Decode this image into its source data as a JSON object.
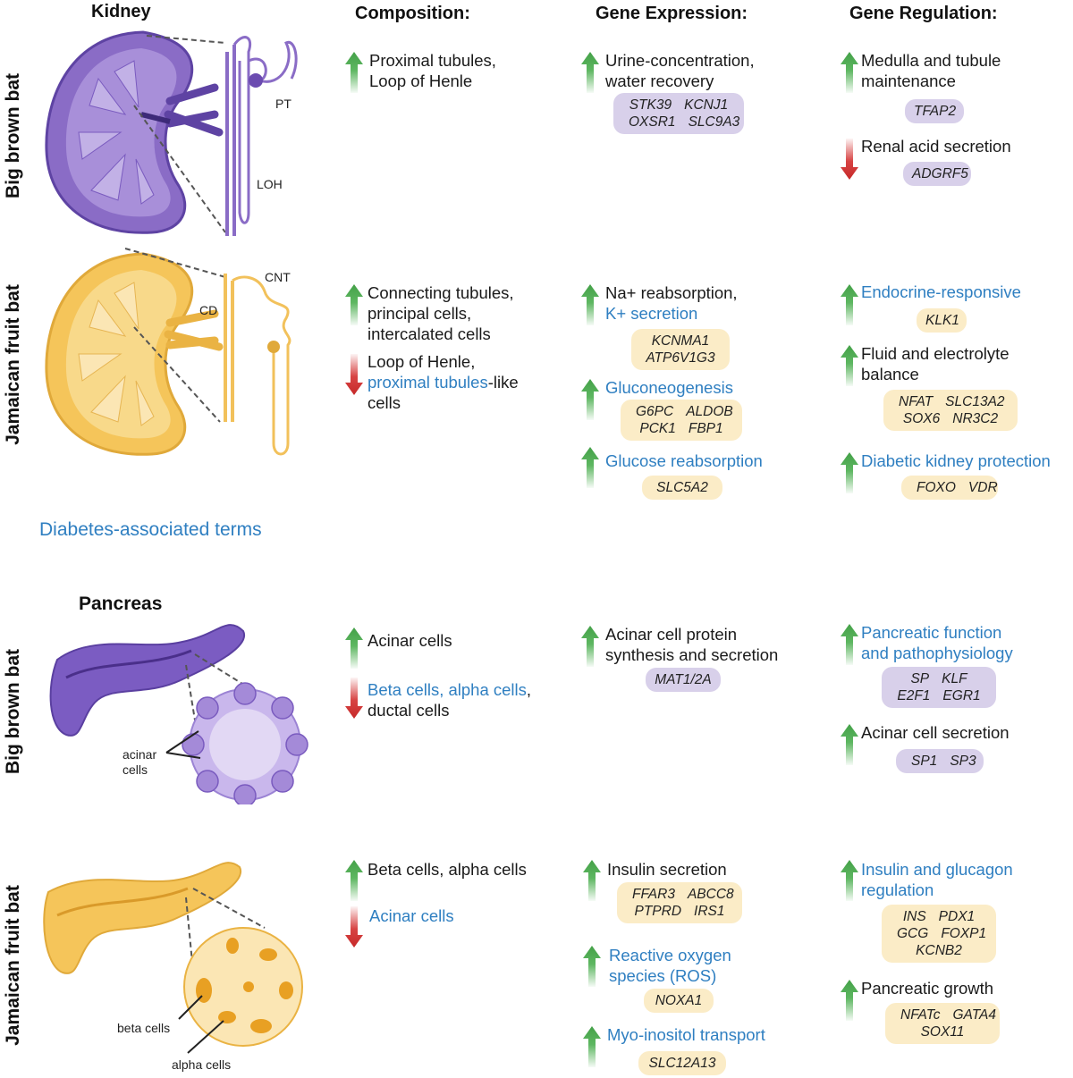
{
  "columns": {
    "kidney": "Kidney",
    "composition": "Composition:",
    "gene_expression": "Gene Expression:",
    "gene_regulation": "Gene Regulation:"
  },
  "row_labels": {
    "kidney_bbb": "Big brown bat",
    "kidney_jfb": "Jamaican fruit bat",
    "pancreas_bbb": "Big brown bat",
    "pancreas_jfb": "Jamaican fruit bat"
  },
  "pancreas_title": "Pancreas",
  "legend": "Diabetes-associated terms",
  "diagram_labels": {
    "pt": "PT",
    "loh": "LOH",
    "cnt": "CNT",
    "cd": "CD",
    "acinar_1": "acinar",
    "acinar_2": "cells",
    "beta": "beta cells",
    "alpha": "alpha cells"
  },
  "kidney_bbb": {
    "composition": {
      "line1": "Proximal tubules,",
      "line2": "Loop of Henle"
    },
    "expr": {
      "line1": "Urine-concentration,",
      "line2": "water recovery",
      "genes": [
        [
          "STK39",
          "KCNJ1"
        ],
        [
          "OXSR1",
          "SLC9A3"
        ]
      ]
    },
    "reg1": {
      "line1": "Medulla and tubule",
      "line2": "maintenance",
      "genes": [
        [
          "TFAP2"
        ]
      ]
    },
    "reg2": {
      "line1": "Renal acid secretion",
      "genes": [
        [
          "ADGRF5"
        ]
      ]
    }
  },
  "kidney_jfb": {
    "comp_up": {
      "line1": "Connecting tubules,",
      "line2": "principal cells,",
      "line3": "intercalated cells"
    },
    "comp_down": {
      "line1": "Loop of Henle,",
      "line2_blue": "proximal tubules",
      "line2_rest": "-like",
      "line3": "cells"
    },
    "expr1": {
      "line1": "Na+ reabsorption,",
      "line2": "K+ secretion",
      "genes": [
        [
          "KCNMA1"
        ],
        [
          "ATP6V1G3"
        ]
      ]
    },
    "expr2": {
      "line1": "Gluconeogenesis",
      "genes": [
        [
          "G6PC",
          "ALDOB"
        ],
        [
          "PCK1",
          "FBP1"
        ]
      ]
    },
    "expr3": {
      "line1": "Glucose reabsorption",
      "genes": [
        [
          "SLC5A2"
        ]
      ]
    },
    "reg1": {
      "line1": "Endocrine-responsive",
      "genes": [
        [
          "KLK1"
        ]
      ]
    },
    "reg2": {
      "line1": "Fluid and electrolyte",
      "line2": "balance",
      "genes": [
        [
          "NFAT",
          "SLC13A2"
        ],
        [
          "SOX6",
          "NR3C2"
        ]
      ]
    },
    "reg3": {
      "line1": "Diabetic kidney protection",
      "genes": [
        [
          "FOXO",
          "VDR"
        ]
      ]
    }
  },
  "pancreas_bbb": {
    "comp_up": {
      "line1": "Acinar cells"
    },
    "comp_down": {
      "line1_blue": "Beta cells, alpha cells",
      "line1_rest": ",",
      "line2": "ductal cells"
    },
    "expr1": {
      "line1": "Acinar cell protein",
      "line2": "synthesis and secretion",
      "genes": [
        [
          "MAT1/2A"
        ]
      ]
    },
    "reg1": {
      "line1": "Pancreatic function",
      "line2": "and pathophysiology",
      "genes": [
        [
          "SP",
          "KLF"
        ],
        [
          "E2F1",
          "EGR1"
        ]
      ]
    },
    "reg2": {
      "line1": "Acinar cell secretion",
      "genes": [
        [
          "SP1",
          "SP3"
        ]
      ]
    }
  },
  "pancreas_jfb": {
    "comp_up": {
      "line1": "Beta cells, alpha cells"
    },
    "comp_down": {
      "line1": "Acinar cells"
    },
    "expr1": {
      "line1": "Insulin secretion",
      "genes": [
        [
          "FFAR3",
          "ABCC8"
        ],
        [
          "PTPRD",
          "IRS1"
        ]
      ]
    },
    "expr2": {
      "line1": "Reactive oxygen",
      "line2": "species (ROS)",
      "genes": [
        [
          "NOXA1"
        ]
      ]
    },
    "expr3": {
      "line1": "Myo-inositol transport",
      "genes": [
        [
          "SLC12A13"
        ]
      ]
    },
    "reg1": {
      "line1": "Insulin and glucagon",
      "line2": "regulation",
      "genes": [
        [
          "INS",
          "PDX1"
        ],
        [
          "GCG",
          "FOXP1"
        ],
        [
          "KCNB2"
        ]
      ]
    },
    "reg2": {
      "line1": "Pancreatic growth",
      "genes": [
        [
          "NFATc",
          "GATA4"
        ],
        [
          "SOX11"
        ]
      ]
    }
  },
  "colors": {
    "up_arrow": "#4caf50",
    "down_arrow": "#d32f2f",
    "diabetes_term": "#2f7fc1",
    "bbb_pill": "#d8d0ea",
    "jfb_pill": "#fbecc7",
    "bbb_organ": "#8a6cc6",
    "jfb_organ": "#f5c55a"
  }
}
